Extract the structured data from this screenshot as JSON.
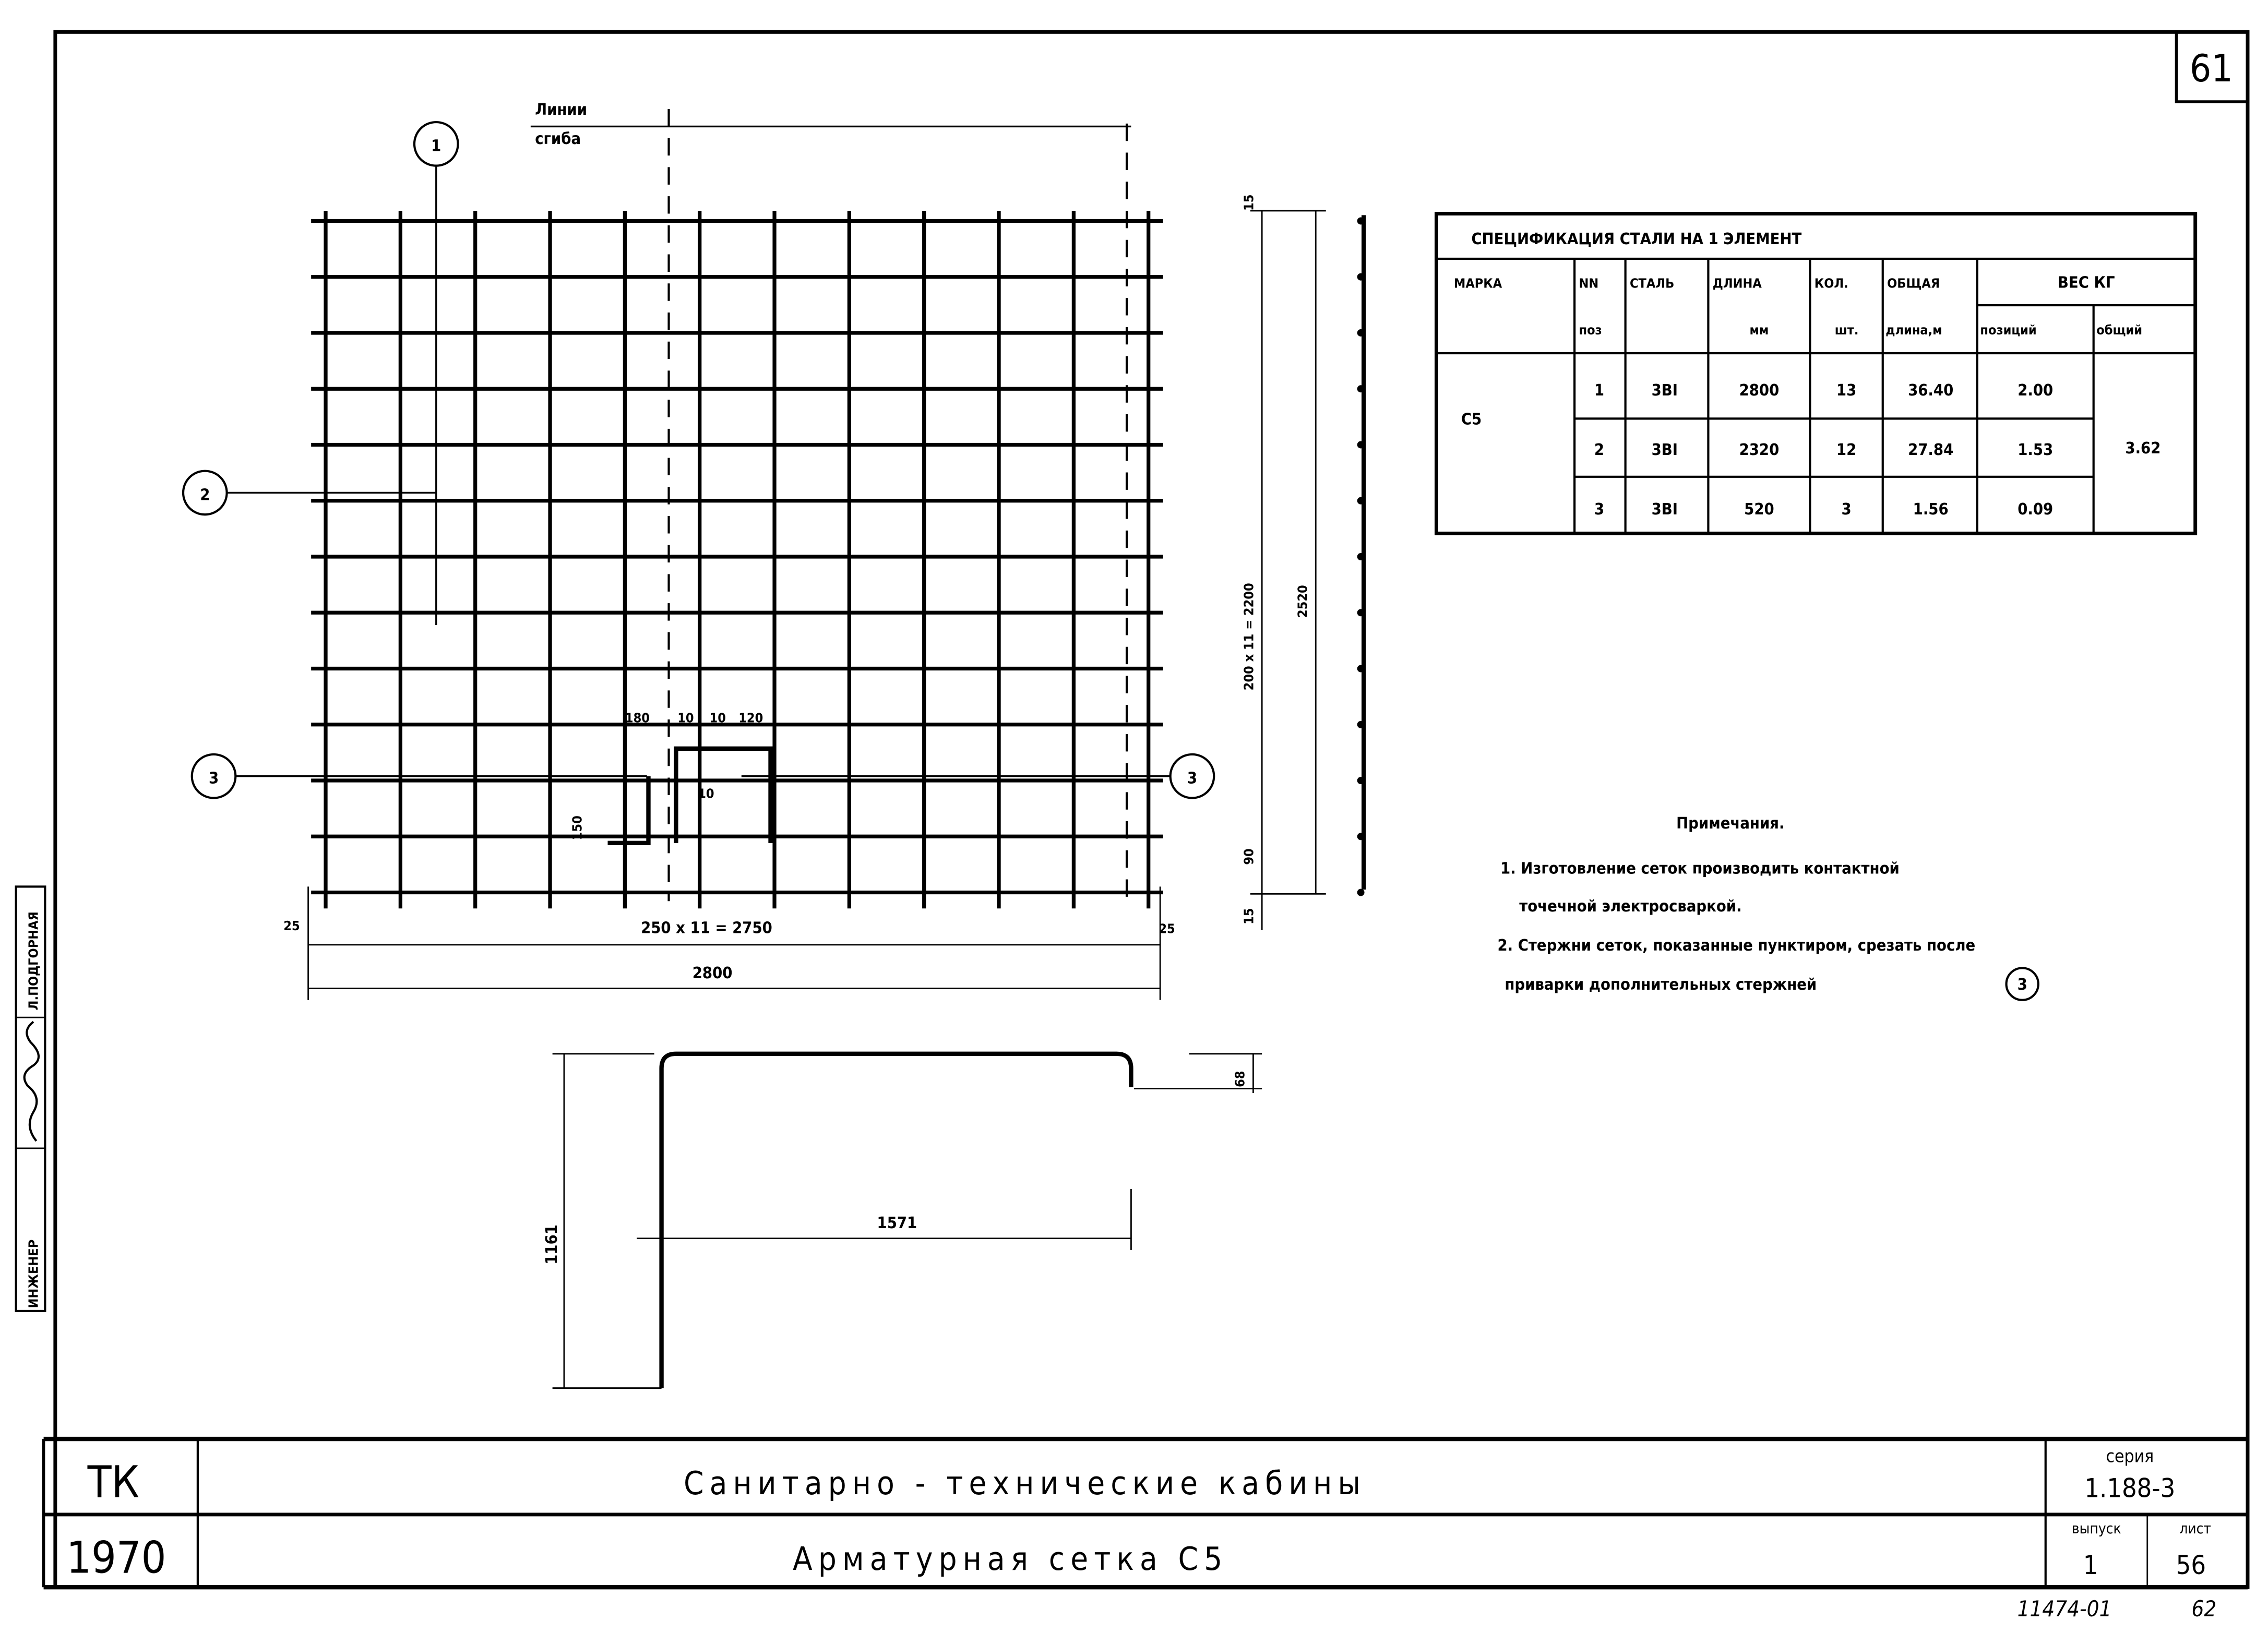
{
  "sheet_number_top": "61",
  "labels": {
    "line_of_fold": [
      "Линии",
      "сгиба"
    ],
    "callouts": [
      "1",
      "2",
      "3",
      "3"
    ],
    "dim_250x11": "250 x 11 = 2750",
    "dim_2800": "2800",
    "dim_25_left": "25",
    "dim_25_right": "25",
    "dim_200x11": "200 x 11 = 2200",
    "dim_2520": "2520",
    "dim_15_top": "15",
    "dim_90": "90",
    "dim_15_bottom": "15",
    "dim_180": "180",
    "dim_10a": "10",
    "dim_10b": "10",
    "dim_120": "120",
    "dim_10c": "10",
    "dim_150": "150",
    "dim_1161": "1161",
    "dim_1571": "1571",
    "dim_68": "68"
  },
  "spec_table": {
    "title": "СПЕЦИФИКАЦИЯ СТАЛИ НА 1 ЭЛЕМЕНТ",
    "headers": {
      "mark": "МАРКА",
      "pos": [
        "NN",
        "поз"
      ],
      "steel": "СТАЛЬ",
      "length": [
        "ДЛИНА",
        "мм"
      ],
      "qty": [
        "КОЛ.",
        "шт."
      ],
      "total_length": [
        "ОБЩАЯ",
        "длина,м"
      ],
      "weight": "ВЕС КГ",
      "weight_pos": "позиций",
      "weight_total": "общий"
    },
    "mark": "С5",
    "rows": [
      {
        "pos": "1",
        "steel": "3ВI",
        "length": "2800",
        "qty": "13",
        "total_length": "36.40",
        "weight": "2.00"
      },
      {
        "pos": "2",
        "steel": "3ВI",
        "length": "2320",
        "qty": "12",
        "total_length": "27.84",
        "weight": "1.53"
      },
      {
        "pos": "3",
        "steel": "3ВI",
        "length": "520",
        "qty": "3",
        "total_length": "1.56",
        "weight": "0.09"
      }
    ],
    "weight_total": "3.62"
  },
  "notes": {
    "title": "Примечания.",
    "lines": [
      "1. Изготовление сеток производить контактной",
      "точечной электросваркой.",
      "2. Стержни сеток, показанные пунктиром, срезать после",
      "приварки дополнительных стержней"
    ],
    "circled_ref": "3"
  },
  "stamp_left": {
    "role": "ИНЖЕНЕР",
    "name": "Л.ПОДГОРНАЯ"
  },
  "title_block": {
    "code": "ТК",
    "year": "1970",
    "project": "Санитарно - технические кабины",
    "drawing": "Арматурная сетка С5",
    "series_label": "серия",
    "series": "1.188-3",
    "issue_label": "выпуск",
    "issue": "1",
    "sheet_label": "лист",
    "sheet": "56"
  },
  "footer": {
    "archive": "11474-01",
    "page": "62"
  }
}
